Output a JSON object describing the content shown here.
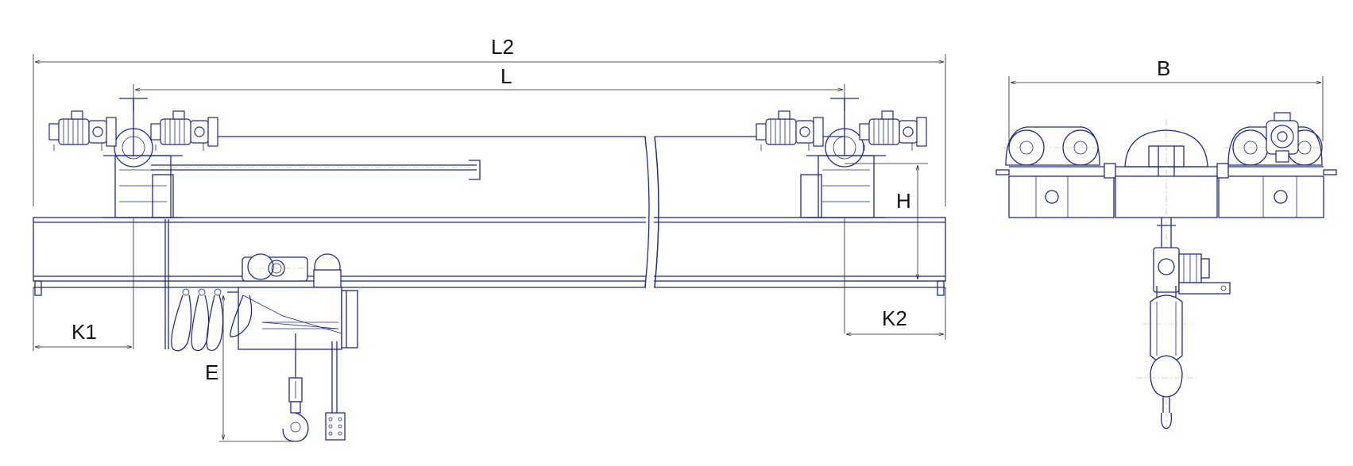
{
  "dimension_labels": {
    "l2": "L2",
    "l": "L",
    "h": "H",
    "k1": "K1",
    "k2": "K2",
    "e": "E",
    "b": "B"
  },
  "colors": {
    "line": "#1f2a8c",
    "dimension": "#222222",
    "axis": "#c8a96a",
    "background": "#ffffff"
  }
}
